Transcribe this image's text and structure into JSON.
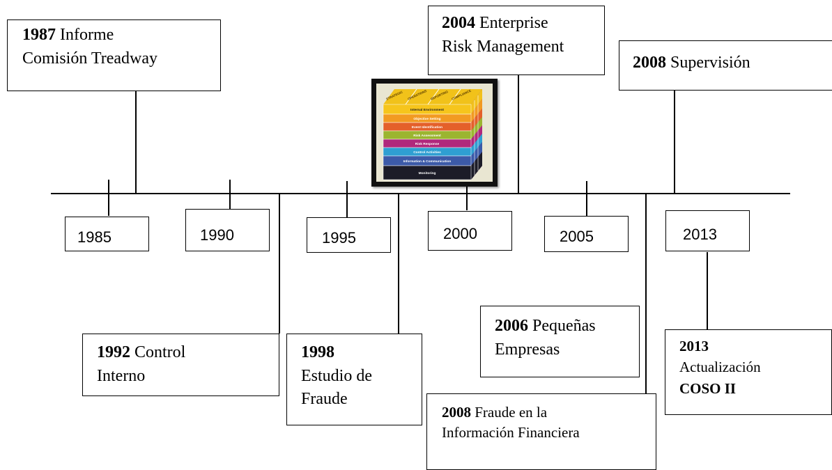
{
  "timeline": {
    "years": [
      "1985",
      "1990",
      "1995",
      "2000",
      "2005",
      "2013"
    ]
  },
  "events": {
    "e1987": {
      "year": "1987",
      "text1": "Informe",
      "text2": "Comisión Treadway"
    },
    "e1992": {
      "year": "1992",
      "text1": "Control",
      "text2": "Interno"
    },
    "e1998": {
      "year": "1998",
      "text1": "Estudio de",
      "text2": "Fraude"
    },
    "e2004": {
      "year": "2004",
      "text1": "Enterprise",
      "text2": "Risk Management"
    },
    "e2006": {
      "year": "2006",
      "text1": "Pequeñas",
      "text2": "Empresas"
    },
    "e2008a": {
      "year": "2008",
      "text1": "Supervisión"
    },
    "e2008b": {
      "year": "2008",
      "text1": "Fraude en la",
      "text2": "Información Financiera"
    },
    "e2013": {
      "year": "2013",
      "text1": "Actualización",
      "text2": "COSO II"
    }
  },
  "cube": {
    "top_labels": [
      "STRATEGIC",
      "OPERATIONS",
      "REPORTING",
      "COMPLIANCE"
    ],
    "layers": [
      {
        "label": "Internal Environment",
        "color": "#f6c51c"
      },
      {
        "label": "Objective Setting",
        "color": "#f29a22"
      },
      {
        "label": "Event Identification",
        "color": "#e4602a"
      },
      {
        "label": "Risk Assessment",
        "color": "#9bb530"
      },
      {
        "label": "Risk Response",
        "color": "#b0287c"
      },
      {
        "label": "Control Activities",
        "color": "#2f9fd2"
      },
      {
        "label": "Information & Communication",
        "color": "#3c5aa8"
      },
      {
        "label": "Monitoring",
        "color": "#1c1c28"
      }
    ]
  }
}
